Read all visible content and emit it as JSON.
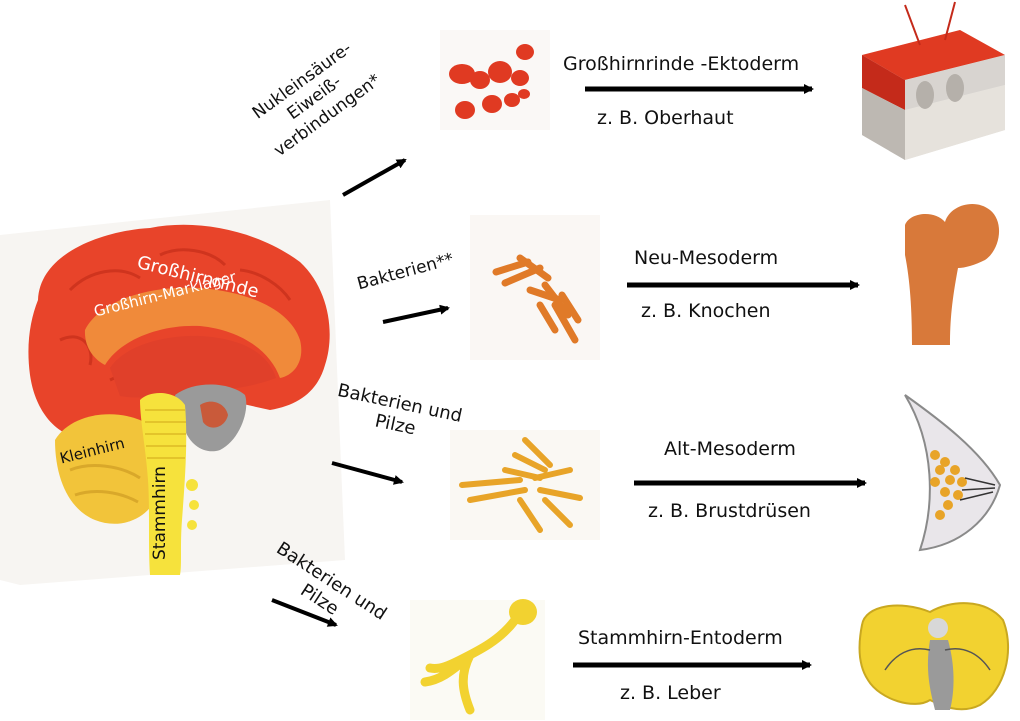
{
  "brain": {
    "grosshirnrinde": "Großhirnrinde",
    "grosshirn_marklager": "Großhirn-Marklager",
    "kleinhirn": "Kleinhirn",
    "stammhirn": "Stammhirn"
  },
  "rows": [
    {
      "agent": "Nukleinsäure-\nEiweiß-\nverbindungen*",
      "layer": "Großhirnrinde -Ektoderm",
      "example": "z. B. Oberhaut",
      "color": "#e03a22"
    },
    {
      "agent": "Bakterien**",
      "layer": "Neu-Mesoderm",
      "example": "z. B. Knochen",
      "color": "#e07a28"
    },
    {
      "agent": "Bakterien und\nPilze",
      "layer": "Alt-Mesoderm",
      "example": "z. B. Brustdrüsen",
      "color": "#e8a428"
    },
    {
      "agent": "Bakterien und\nPilze",
      "layer": "Stammhirn-Entoderm",
      "example": "z. B. Leber",
      "color": "#f2d230"
    }
  ],
  "colors": {
    "cortex": "#e8442a",
    "marklager": "#f08a3a",
    "cerebellum": "#f2c43a",
    "brainstem": "#f6e23c",
    "arrow": "#000000"
  }
}
